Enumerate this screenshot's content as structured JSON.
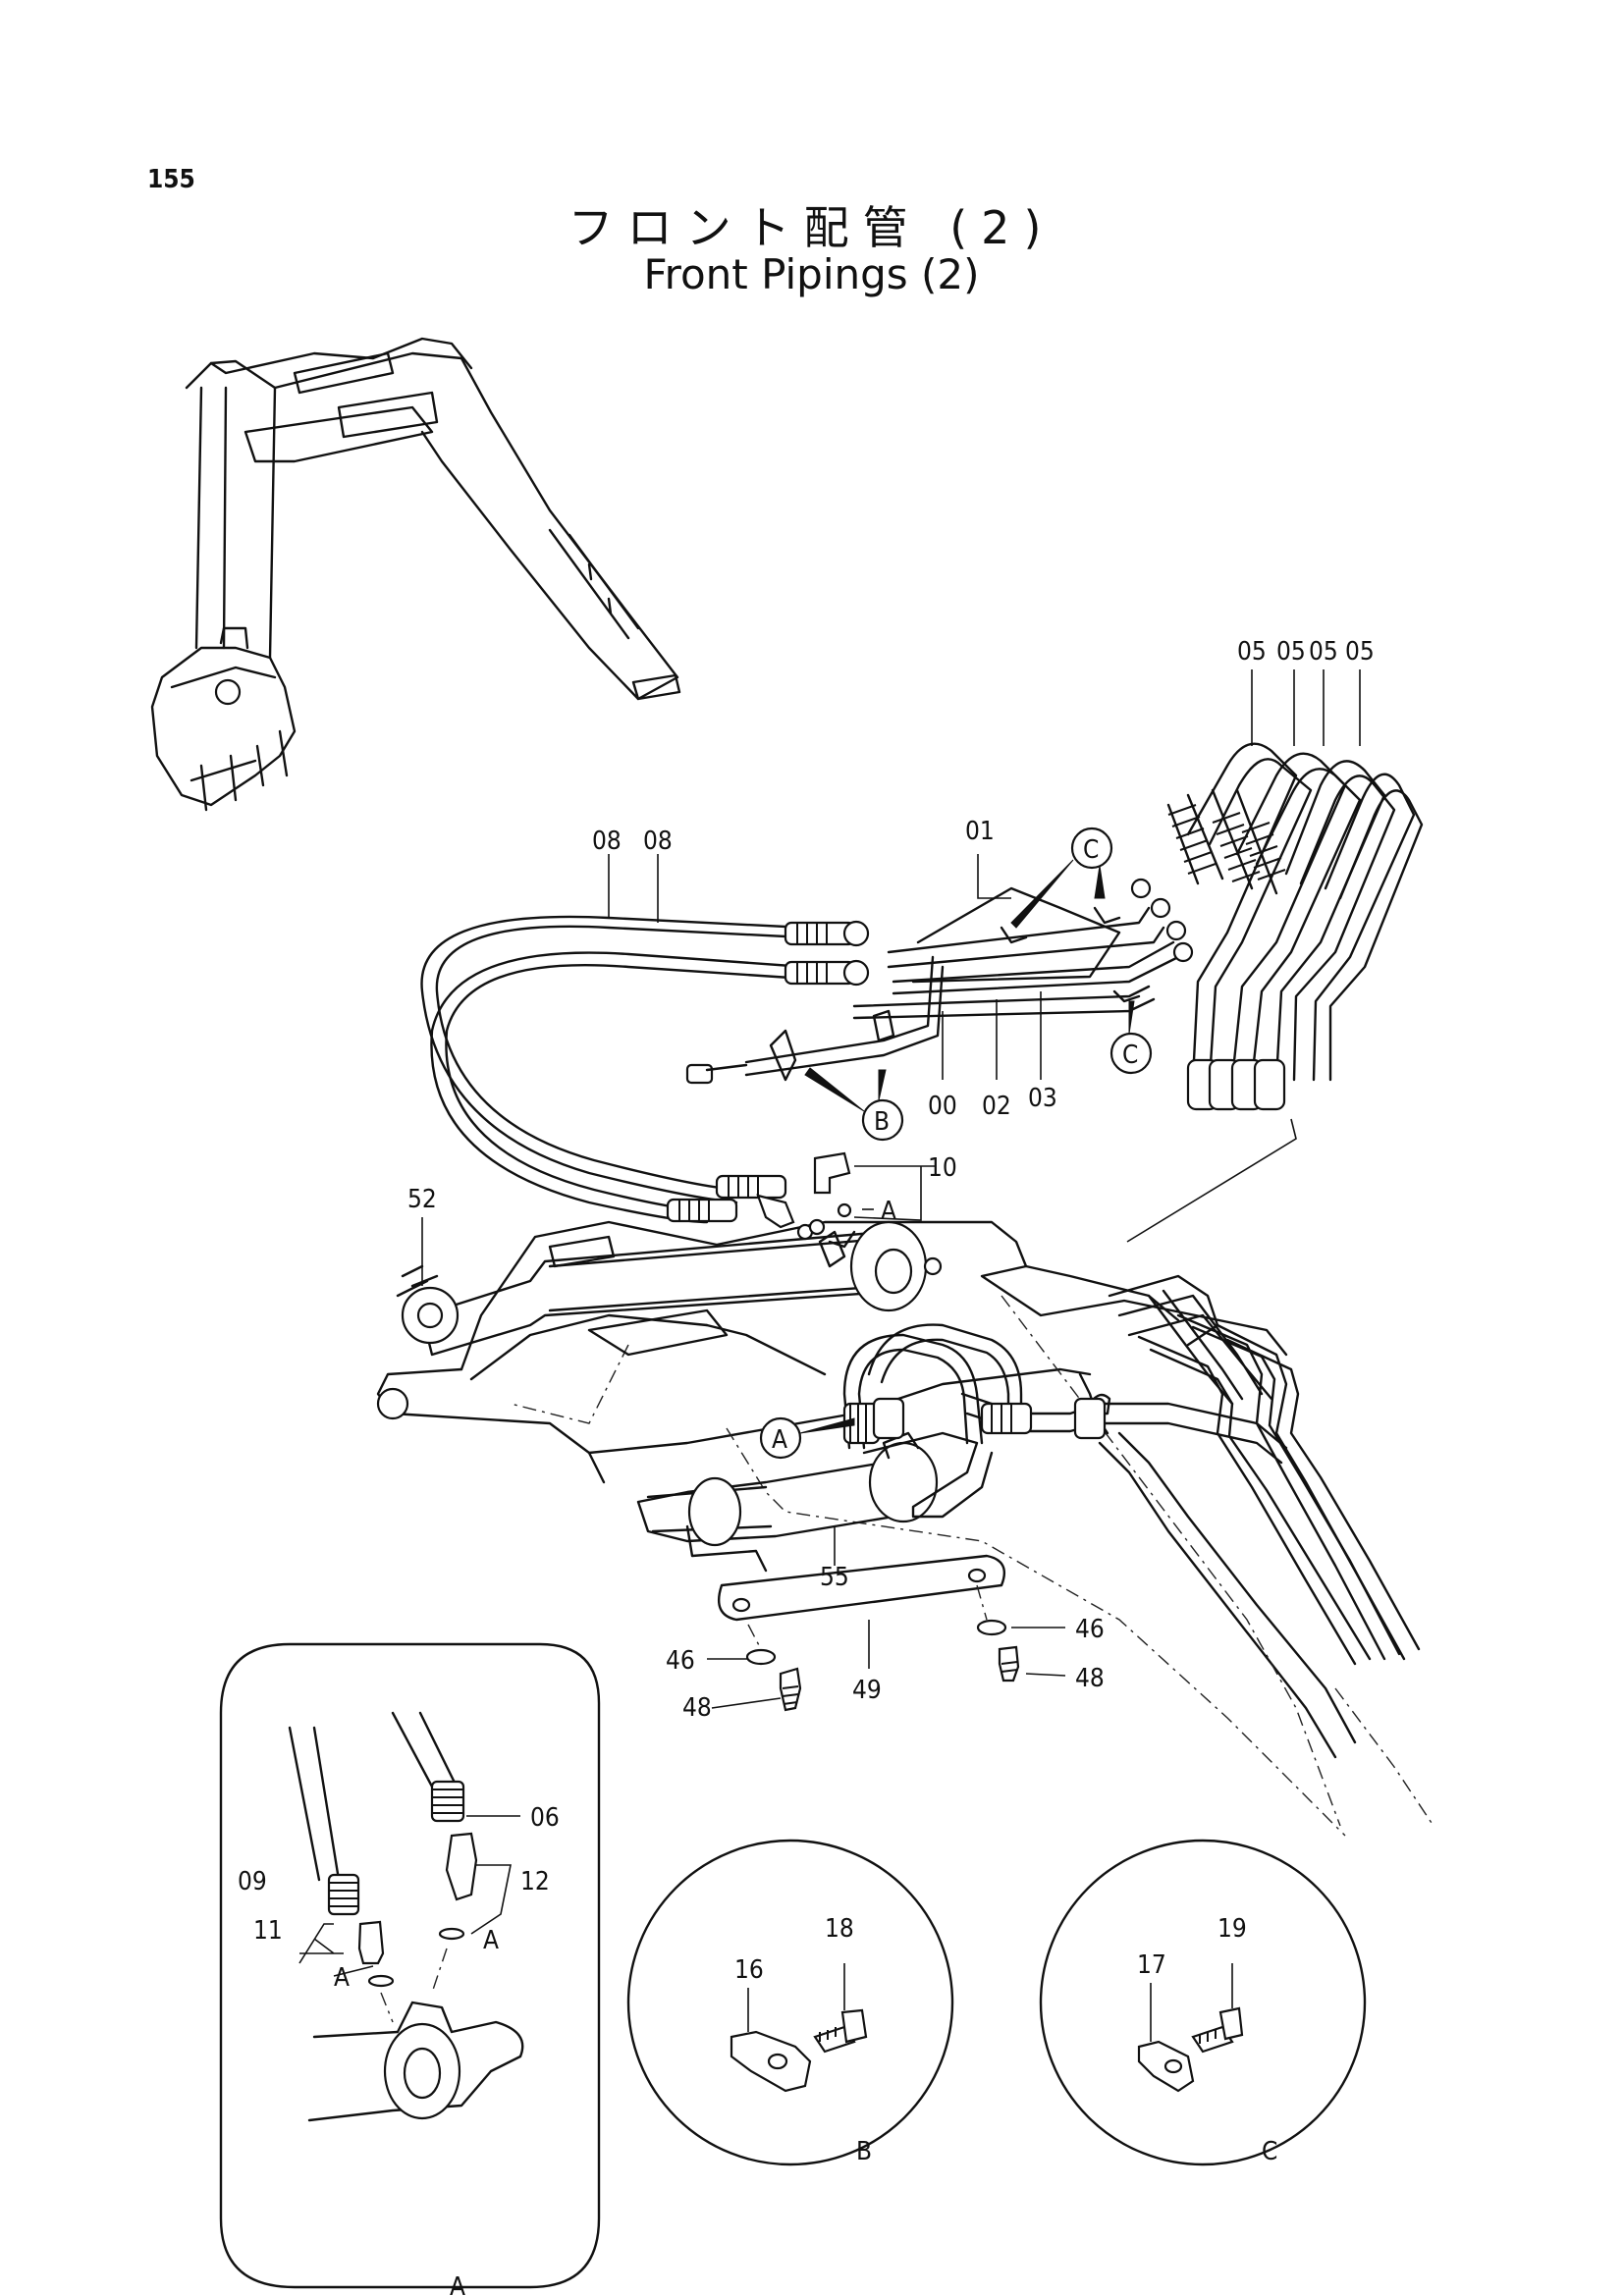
{
  "header": {
    "page_number": "155",
    "title_jp": "フロント配管 (2)",
    "title_en": "Front Pipings (2)"
  },
  "part_labels": {
    "p05a": "05",
    "p05b": "05",
    "p05c": "05",
    "p05d": "05",
    "p08a": "08",
    "p08b": "08",
    "p01": "01",
    "p00": "00",
    "p02": "02",
    "p03": "03",
    "p10": "10",
    "p52": "52",
    "p55": "55",
    "p46a": "46",
    "p46b": "46",
    "p48a": "48",
    "p48b": "48",
    "p49": "49",
    "p06": "06",
    "p09": "09",
    "p11": "11",
    "p12": "12",
    "p16": "16",
    "p18": "18",
    "p17": "17",
    "p19": "19"
  },
  "callouts": {
    "c_top_a": "C",
    "c_top_b": "C",
    "b_main": "B",
    "a_main": "A",
    "a_sub10": "A",
    "a_sub11": "A",
    "a_sub12": "A"
  },
  "detail_views": {
    "a": "A",
    "b": "B",
    "c": "C"
  }
}
